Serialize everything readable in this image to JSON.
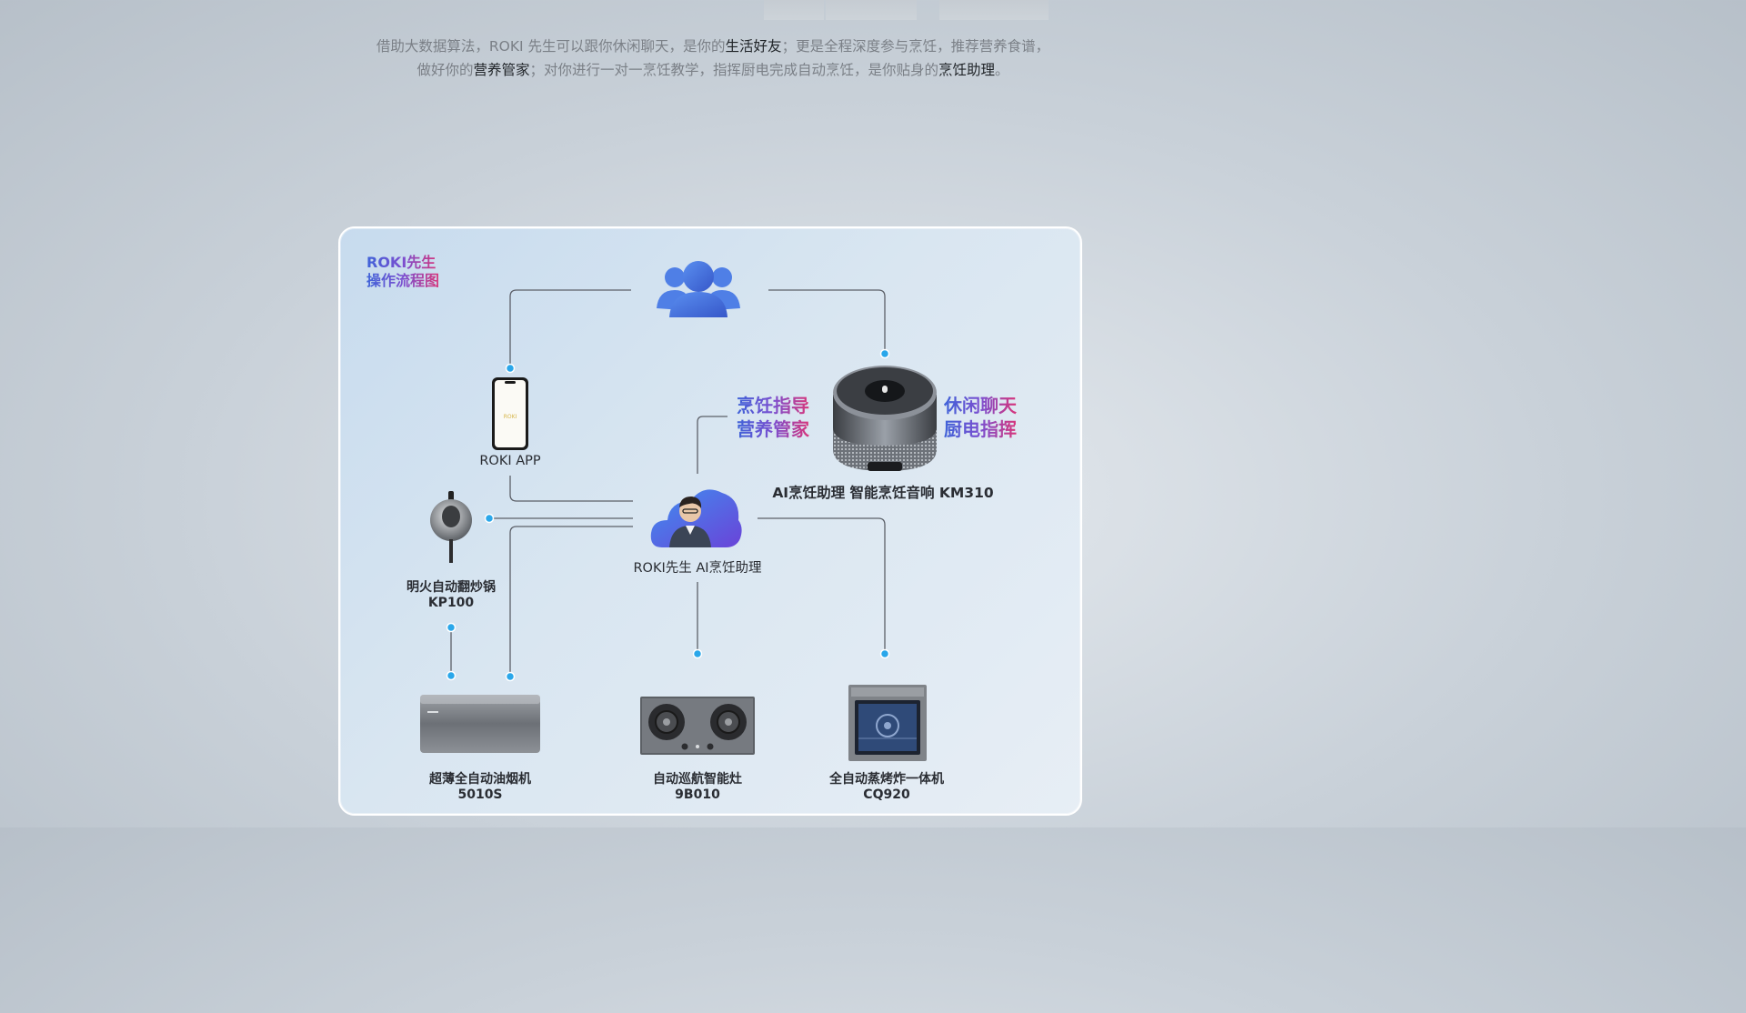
{
  "intro": {
    "line1_a": "借助大数据算法，ROKI 先生可以跟你休闲聊天，是你的",
    "line1_hl": "生活好友",
    "line1_b": "；更是全程深度参与烹饪，推荐营养食谱，",
    "line2_a": "做好你的",
    "line2_hl1": "营养管家",
    "line2_b": "；对你进行一对一烹饪教学，指挥厨电完成自动烹饪，是你贴身的",
    "line2_hl2": "烹饪助理",
    "line2_c": "。"
  },
  "diagram": {
    "title_line1": "ROKI先生",
    "title_line2": "操作流程图",
    "app_label": "ROKI APP",
    "speaker_label": "AI烹饪助理  智能烹饪音响  KM310",
    "assistant_label": "ROKI先生  AI烹饪助理",
    "feature_left_1": "烹饪指导",
    "feature_left_2": "营养管家",
    "feature_right_1": "休闲聊天",
    "feature_right_2": "厨电指挥",
    "wok_name": "明火自动翻炒锅",
    "wok_model": "KP100",
    "hood_name": "超薄全自动油烟机",
    "hood_model": "5010S",
    "stove_name": "自动巡航智能灶",
    "stove_model": "9B010",
    "oven_name": "全自动蒸烤炸一体机",
    "oven_model": "CQ920",
    "phone_logo": "ROKI"
  },
  "colors": {
    "line": "#5c6068",
    "dot": "#2aa7ea",
    "grad_start": "#3f63d8",
    "grad_end": "#d8357a"
  },
  "icons": [
    "user-group-icon",
    "phone-icon",
    "smart-speaker-icon",
    "cloud-assistant-icon",
    "wok-icon",
    "range-hood-icon",
    "gas-stove-icon",
    "oven-icon"
  ]
}
